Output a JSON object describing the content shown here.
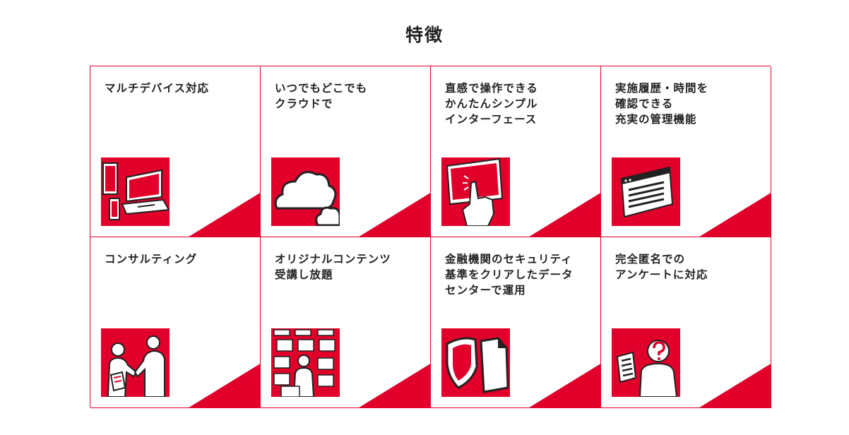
{
  "page": {
    "title": "特徴"
  },
  "colors": {
    "accent": "#e0002a",
    "text": "#222222",
    "background": "#ffffff"
  },
  "features": [
    {
      "label": "マルチデバイス対応",
      "icon": "devices-icon"
    },
    {
      "label": "いつでもどこでも\nクラウドで",
      "icon": "cloud-icon"
    },
    {
      "label": "直感で操作できる\nかんたんシンプル\nインターフェース",
      "icon": "touch-screen-icon"
    },
    {
      "label": "実施履歴・時間を\n確認できる\n充実の管理機能",
      "icon": "management-list-icon"
    },
    {
      "label": "コンサルティング",
      "icon": "handshake-icon"
    },
    {
      "label": "オリジナルコンテンツ\n受講し放題",
      "icon": "contents-icon"
    },
    {
      "label": "金融機関のセキュリティ\n基準をクリアしたデータ\nセンターで運用",
      "icon": "security-shield-icon"
    },
    {
      "label": "完全匿名での\nアンケートに対応",
      "icon": "anonymous-survey-icon"
    }
  ]
}
